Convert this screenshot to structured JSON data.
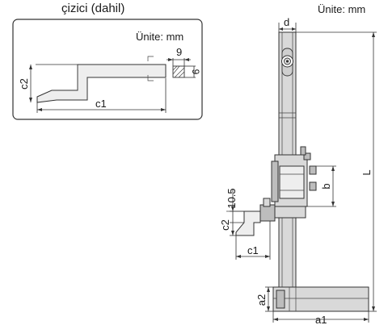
{
  "inset": {
    "title": "çizici (dahil)",
    "unit": "Ünite: mm",
    "dim_9_top": "9",
    "dim_9_side": "9",
    "dim_c1": "c1",
    "dim_c2": "c2"
  },
  "main": {
    "unit": "Ünite: mm",
    "dim_d": "d",
    "dim_L": "L",
    "dim_b": "b",
    "dim_10_5": "10.5",
    "dim_c2": "c2",
    "dim_c1": "c1",
    "dim_a2": "a2",
    "dim_a1": "a1"
  },
  "colors": {
    "body": "#d9d9d9",
    "body_dark": "#bdbdbd",
    "line": "#333333"
  }
}
